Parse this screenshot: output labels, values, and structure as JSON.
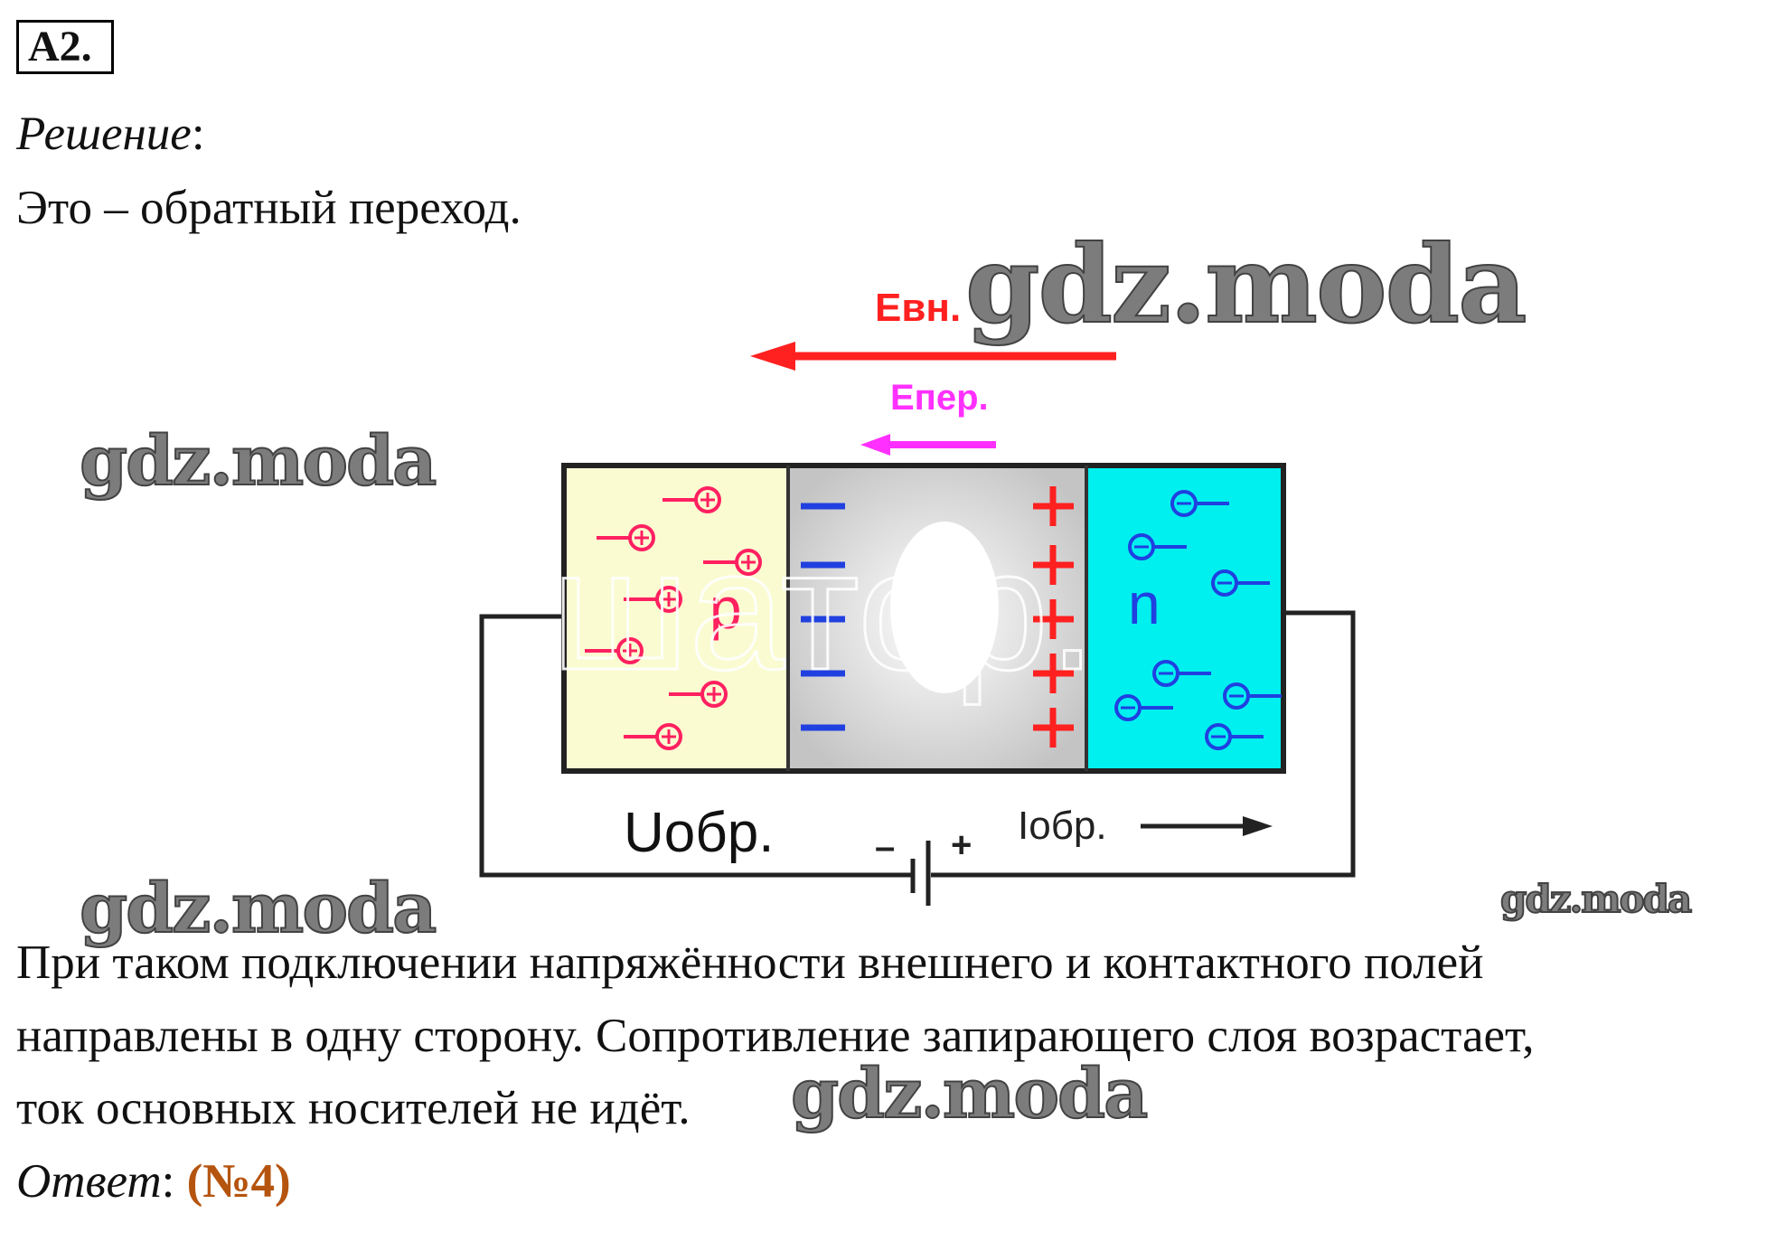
{
  "task_label": "A2.",
  "solution_label": "Решение",
  "solution_colon": ":",
  "statement": "Это – обратный переход.",
  "diagram": {
    "e_ext": "Eвн.",
    "e_trans": "Eпер.",
    "p_label": "p",
    "n_label": "n",
    "u_label": "Uобр.",
    "i_label": "Iобр.",
    "minus": "–",
    "plus": "+",
    "colors": {
      "p_region": "#fbfbd2",
      "depletion": "#c8c8c8",
      "n_region": "#00f0f0",
      "ext_arrow": "#ff2020",
      "trans_arrow": "#ff20ff",
      "holes": "#ff2060",
      "electrons": "#2040e0"
    }
  },
  "paragraph": [
    "При таком подключении напряжённости внешнего и контактного полей",
    "направлены в одну сторону. Сопротивление запирающего слоя возрастает,",
    "ток основных носителей не идёт."
  ],
  "answer_label": "Ответ",
  "answer_colon": ":",
  "answer_value": "(№4)",
  "watermarks": [
    "gdz.moda",
    "gdz.moda",
    "gdz.moda",
    "gdz.moda",
    "gdz.moda",
    "шатор."
  ]
}
